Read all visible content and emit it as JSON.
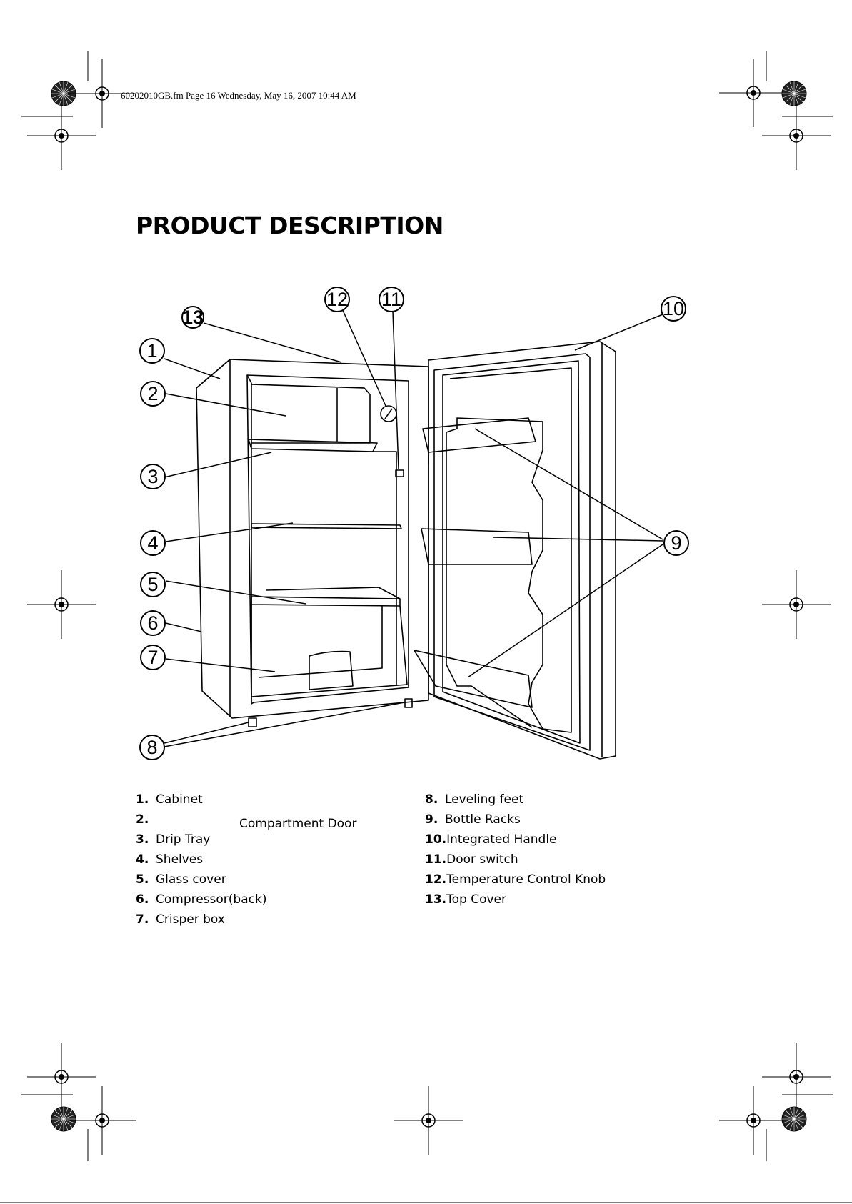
{
  "header": {
    "file_info": "60202010GB.fm  Page 16  Wednesday, May 16, 2007  10:44 AM"
  },
  "title": "PRODUCT DESCRIPTION",
  "diagram": {
    "callouts": [
      "1",
      "2",
      "3",
      "4",
      "5",
      "6",
      "7",
      "8",
      "9",
      "10",
      "11",
      "12",
      "13"
    ]
  },
  "parts_left": [
    {
      "num": "1.",
      "label": "Cabinet"
    },
    {
      "num": "2.",
      "label": "",
      "extra": "Compartment Door"
    },
    {
      "num": "3.",
      "label": "Drip Tray"
    },
    {
      "num": "4.",
      "label": "Shelves"
    },
    {
      "num": "5.",
      "label": "Glass cover"
    },
    {
      "num": "6.",
      "label": "Compressor(back)"
    },
    {
      "num": "7.",
      "label": "Crisper box"
    }
  ],
  "parts_right": [
    {
      "num": "8.",
      "label": "Leveling feet"
    },
    {
      "num": "9.",
      "label": "Bottle Racks"
    },
    {
      "num": "10.",
      "label": "Integrated Handle"
    },
    {
      "num": "11.",
      "label": "Door switch"
    },
    {
      "num": "12.",
      "label": "Temperature Control Knob"
    },
    {
      "num": "13.",
      "label": "Top Cover"
    }
  ]
}
